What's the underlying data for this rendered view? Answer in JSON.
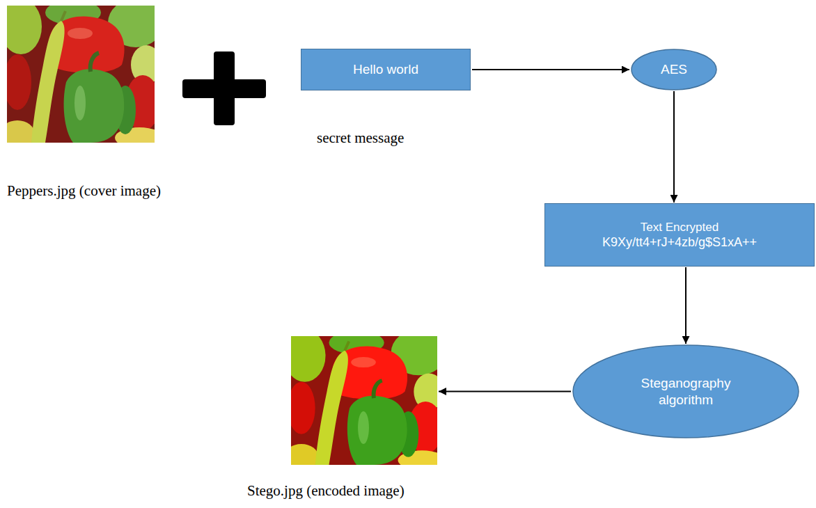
{
  "diagram": {
    "nodes": [
      {
        "text": [
          "Peppers.jpg (cover image)"
        ]
      },
      {
        "text": [
          "Hello world"
        ]
      },
      {
        "text": [
          "AES"
        ]
      },
      {
        "text": [
          "Text Encrypted",
          "K9Xy/tt4+rJ+4zb/g$S1xA++"
        ]
      },
      {
        "text": [
          "Steganography algorithm"
        ]
      },
      {
        "text": [
          "Stego.jpg (encoded image)"
        ]
      }
    ],
    "edges": [
      {
        "from": 1,
        "to": 2,
        "arrow": "to"
      },
      {
        "from": 2,
        "to": 3,
        "arrow": "to"
      },
      {
        "from": 3,
        "to": 4,
        "arrow": "to"
      },
      {
        "from": 4,
        "to": 5,
        "arrow": "to"
      }
    ],
    "labels": [
      "secret message"
    ]
  }
}
